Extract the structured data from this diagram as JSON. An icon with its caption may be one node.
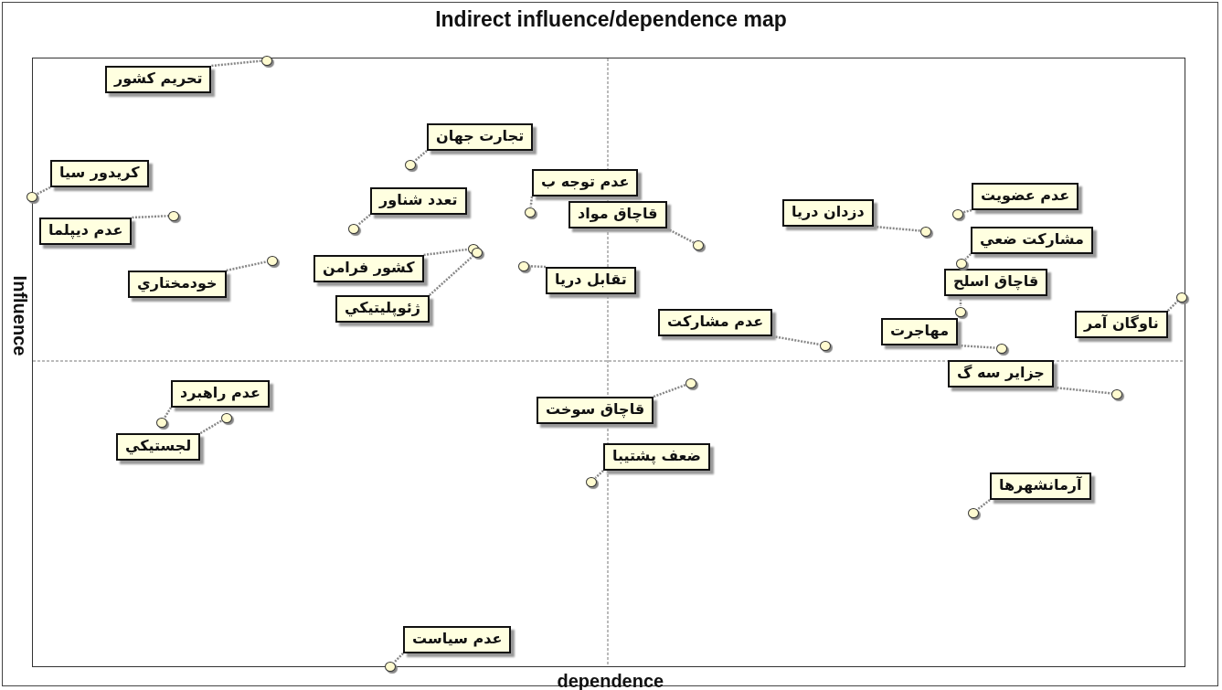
{
  "diagram": {
    "title": "Indirect influence/dependence map",
    "nodes": [
      {
        "text": [
          "تحریم کشور"
        ]
      },
      {
        "text": [
          "تجارت جهان"
        ]
      },
      {
        "text": [
          "کریدور سیا"
        ]
      },
      {
        "text": [
          "عدم توجه ب"
        ]
      },
      {
        "text": [
          "تعدد شناور"
        ]
      },
      {
        "text": [
          "عدم عضویت"
        ]
      },
      {
        "text": [
          "عدم دیپلما"
        ]
      },
      {
        "text": [
          "قاچاق مواد"
        ]
      },
      {
        "text": [
          "دزدان دریا"
        ]
      },
      {
        "text": [
          "مشارکت ضعي"
        ]
      },
      {
        "text": [
          "کشور فرامن"
        ]
      },
      {
        "text": [
          "خودمختاري"
        ]
      },
      {
        "text": [
          "تقابل دریا"
        ]
      },
      {
        "text": [
          "قاچاق اسلح"
        ]
      },
      {
        "text": [
          "ژئوپلیتیکي"
        ]
      },
      {
        "text": [
          "ناوگان آمر"
        ]
      },
      {
        "text": [
          "عدم مشارکت"
        ]
      },
      {
        "text": [
          "مهاجرت"
        ]
      },
      {
        "text": [
          "جزایر سه گ"
        ]
      },
      {
        "text": [
          "عدم راهبرد"
        ]
      },
      {
        "text": [
          "قاچاق سوخت"
        ]
      },
      {
        "text": [
          "لجستیکي"
        ]
      },
      {
        "text": [
          "ضعف پشتیبا"
        ]
      },
      {
        "text": [
          "آرمانشهرها"
        ]
      },
      {
        "text": [
          "عدم سیاست"
        ]
      },
      {
        "text": [],
        "shape": "circle"
      },
      {
        "text": [],
        "shape": "circle"
      },
      {
        "text": [],
        "shape": "circle"
      },
      {
        "text": [],
        "shape": "circle"
      },
      {
        "text": [],
        "shape": "circle"
      },
      {
        "text": [],
        "shape": "circle"
      },
      {
        "text": [],
        "shape": "circle"
      },
      {
        "text": [],
        "shape": "circle"
      },
      {
        "text": [],
        "shape": "circle"
      },
      {
        "text": [],
        "shape": "circle"
      },
      {
        "text": [],
        "shape": "circle"
      },
      {
        "text": [],
        "shape": "circle"
      },
      {
        "text": [],
        "shape": "circle"
      },
      {
        "text": [],
        "shape": "circle"
      },
      {
        "text": [],
        "shape": "circle"
      },
      {
        "text": [],
        "shape": "circle"
      },
      {
        "text": [],
        "shape": "circle"
      },
      {
        "text": [],
        "shape": "circle"
      },
      {
        "text": [],
        "shape": "circle"
      },
      {
        "text": [],
        "shape": "circle"
      },
      {
        "text": [],
        "shape": "circle"
      },
      {
        "text": [],
        "shape": "circle"
      },
      {
        "text": [],
        "shape": "circle"
      },
      {
        "text": [],
        "shape": "circle"
      },
      {
        "text": [],
        "shape": "circle"
      }
    ],
    "edges": [
      {
        "from": 0,
        "to": 25,
        "arrow": "none",
        "style": "dashed"
      },
      {
        "from": 1,
        "to": 26,
        "arrow": "none",
        "style": "dashed"
      },
      {
        "from": 2,
        "to": 27,
        "arrow": "none",
        "style": "dashed"
      },
      {
        "from": 3,
        "to": 28,
        "arrow": "none",
        "style": "dashed"
      },
      {
        "from": 4,
        "to": 29,
        "arrow": "none",
        "style": "dashed"
      },
      {
        "from": 5,
        "to": 30,
        "arrow": "none",
        "style": "dashed"
      },
      {
        "from": 6,
        "to": 31,
        "arrow": "none",
        "style": "dashed"
      },
      {
        "from": 7,
        "to": 32,
        "arrow": "none",
        "style": "dashed"
      },
      {
        "from": 8,
        "to": 33,
        "arrow": "none",
        "style": "dashed"
      },
      {
        "from": 9,
        "to": 34,
        "arrow": "none",
        "style": "dashed"
      },
      {
        "from": 10,
        "to": 35,
        "arrow": "none",
        "style": "dashed"
      },
      {
        "from": 11,
        "to": 36,
        "arrow": "none",
        "style": "dashed"
      },
      {
        "from": 12,
        "to": 37,
        "arrow": "none",
        "style": "dashed"
      },
      {
        "from": 13,
        "to": 38,
        "arrow": "none",
        "style": "dashed"
      },
      {
        "from": 14,
        "to": 39,
        "arrow": "none",
        "style": "dashed"
      },
      {
        "from": 15,
        "to": 40,
        "arrow": "none",
        "style": "dashed"
      },
      {
        "from": 16,
        "to": 41,
        "arrow": "none",
        "style": "dashed"
      },
      {
        "from": 17,
        "to": 42,
        "arrow": "none",
        "style": "dashed"
      },
      {
        "from": 18,
        "to": 43,
        "arrow": "none",
        "style": "dashed"
      },
      {
        "from": 19,
        "to": 44,
        "arrow": "none",
        "style": "dashed"
      },
      {
        "from": 20,
        "to": 45,
        "arrow": "none",
        "style": "dashed"
      },
      {
        "from": 21,
        "to": 46,
        "arrow": "none",
        "style": "dashed"
      },
      {
        "from": 22,
        "to": 47,
        "arrow": "none",
        "style": "dashed"
      },
      {
        "from": 23,
        "to": 48,
        "arrow": "none",
        "style": "dashed"
      },
      {
        "from": 24,
        "to": 49,
        "arrow": "none",
        "style": "dashed"
      }
    ],
    "labels": [
      "Influence",
      "dependence"
    ]
  }
}
